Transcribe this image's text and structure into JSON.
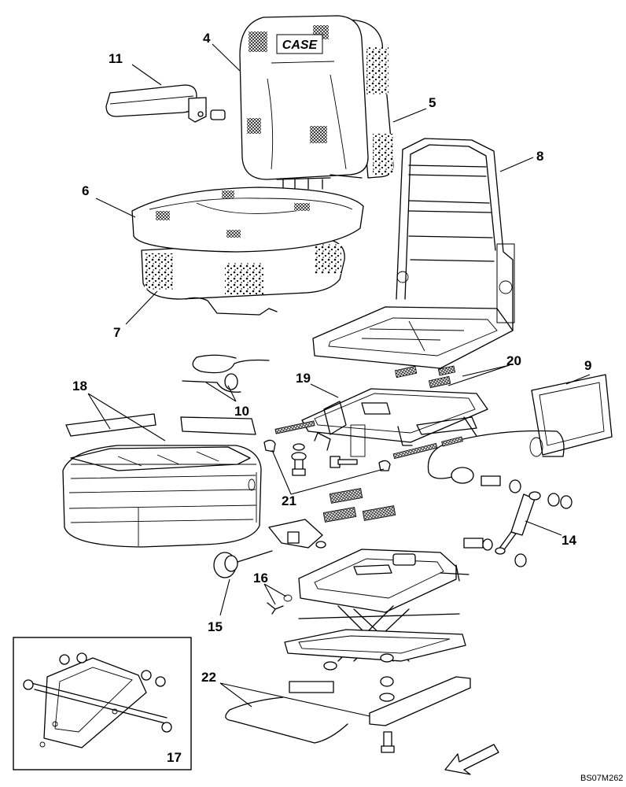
{
  "diagram": {
    "brand": "CASE",
    "drawing_code": "BS07M262",
    "callouts": [
      "4",
      "5",
      "6",
      "7",
      "8",
      "9",
      "10",
      "11",
      "14",
      "15",
      "16",
      "17",
      "18",
      "19",
      "20",
      "21",
      "22"
    ]
  }
}
